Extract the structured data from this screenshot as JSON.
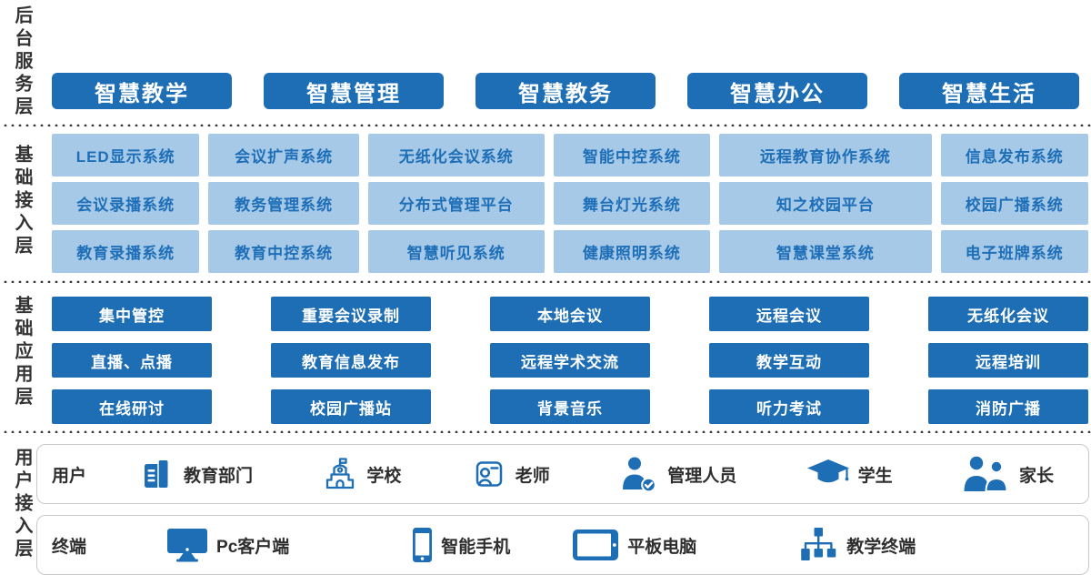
{
  "colors": {
    "accent": "#1e6eb5",
    "light_box_bg": "#a6c9e8",
    "light_box_text": "#1e6fb7",
    "label_text": "#333333",
    "divider_dots": "#3b3b3b",
    "panel_border": "#c9c9c9"
  },
  "backend": {
    "label": "后台服务层",
    "buttons": [
      "智慧教学",
      "智慧管理",
      "智慧教务",
      "智慧办公",
      "智慧生活"
    ]
  },
  "access": {
    "label": "基础接入层",
    "rows": [
      [
        "LED显示系统",
        "会议扩声系统",
        "无纸化会议系统",
        "智能中控系统",
        "远程教育协作系统",
        "信息发布系统"
      ],
      [
        "会议录播系统",
        "教务管理系统",
        "分布式管理平台",
        "舞台灯光系统",
        "知之校园平台",
        "校园广播系统"
      ],
      [
        "教育录播系统",
        "教育中控系统",
        "智慧听见系统",
        "健康照明系统",
        "智慧课堂系统",
        "电子班牌系统"
      ]
    ]
  },
  "application": {
    "label": "基础应用层",
    "columns": [
      [
        "集中管控",
        "直播、点播",
        "在线研讨"
      ],
      [
        "重要会议录制",
        "教育信息发布",
        "校园广播站"
      ],
      [
        "本地会议",
        "远程学术交流",
        "背景音乐"
      ],
      [
        "远程会议",
        "教学互动",
        "听力考试"
      ],
      [
        "无纸化会议",
        "远程培训",
        "消防广播"
      ]
    ]
  },
  "user_layer": {
    "label": "用户接入层",
    "users": {
      "label": "用户",
      "items": [
        {
          "icon": "building-icon",
          "label": "教育部门"
        },
        {
          "icon": "school-icon",
          "label": "学校"
        },
        {
          "icon": "teacher-icon",
          "label": "老师"
        },
        {
          "icon": "admin-icon",
          "label": "管理人员"
        },
        {
          "icon": "student-icon",
          "label": "学生"
        },
        {
          "icon": "parents-icon",
          "label": "家长"
        }
      ]
    },
    "terminals": {
      "label": "终端",
      "items": [
        {
          "icon": "pc-icon",
          "label": "Pc客户端"
        },
        {
          "icon": "phone-icon",
          "label": "智能手机"
        },
        {
          "icon": "tablet-icon",
          "label": "平板电脑"
        },
        {
          "icon": "edu-terminal-icon",
          "label": "教学终端"
        }
      ]
    }
  }
}
